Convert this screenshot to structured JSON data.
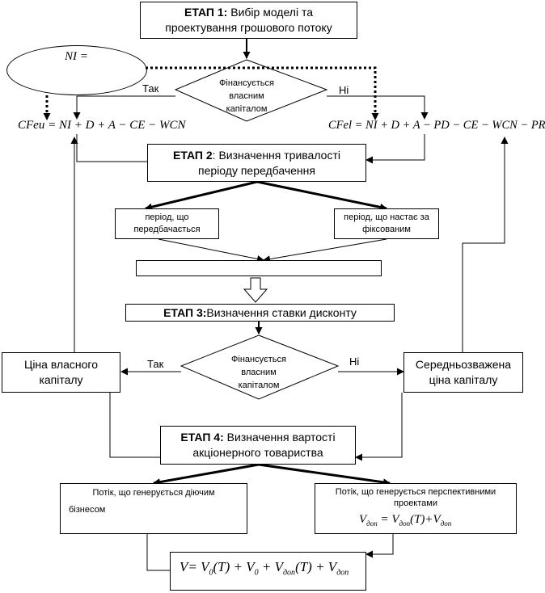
{
  "stage1": {
    "title": "ЕТАП 1:",
    "text1": " Вибір моделі та",
    "text2": "проектування грошового потоку"
  },
  "ni_bubble": "NI =",
  "decision1": {
    "l1": "Фінансується",
    "l2": "власним",
    "l3": "капіталом",
    "yes": "Так",
    "no": "Ні"
  },
  "formula_left": "CFeu = NI + D + A − CE − WCN",
  "formula_right": "CFel = NI + D + A − PD − CE − WCN − PR + PDI",
  "stage2": {
    "title": "ЕТАП 2",
    "text1": ": Визначення тривалості",
    "text2": "періоду передбачення"
  },
  "period_forecast": {
    "l1": "період, що",
    "l2": "передбачається"
  },
  "period_fixed": {
    "l1": "період, що настає за",
    "l2": "фіксованим"
  },
  "stage3": {
    "title": "ЕТАП 3:",
    "text": " Визначення ставки дисконту"
  },
  "decision2": {
    "l1": "Фінансується",
    "l2": "власним",
    "l3": "капіталом",
    "yes": "Так",
    "no": "Ні"
  },
  "equity_cost": {
    "l1": "Ціна власного",
    "l2": "капіталу"
  },
  "wacc": {
    "l1": "Середньозважена",
    "l2": "ціна капіталу"
  },
  "stage4": {
    "title": "ЕТАП 4:",
    "text1": " Визначення вартості",
    "text2": "акціонерного товариства"
  },
  "flow_existing": {
    "l1": "Потік, що генерується діючим",
    "l2": "бізнесом"
  },
  "flow_projects": {
    "l1": "Потік, що генерується перспективними",
    "l2": "проектами"
  },
  "formula_vdop": {
    "lhs": "V",
    "lhs_sub": "доп",
    "eq": " = V",
    "rhs_sub": "доп",
    "rhs_mid": "(T)+V",
    "rhs_sub2": "доп"
  },
  "formula_total": {
    "a": "V= V",
    "a_sub": "0",
    "b": "(T) + V",
    "b_sub": "0",
    "c": " + V",
    "c_sub": "доп",
    "d": "(T) + V",
    "d_sub": "доп"
  }
}
